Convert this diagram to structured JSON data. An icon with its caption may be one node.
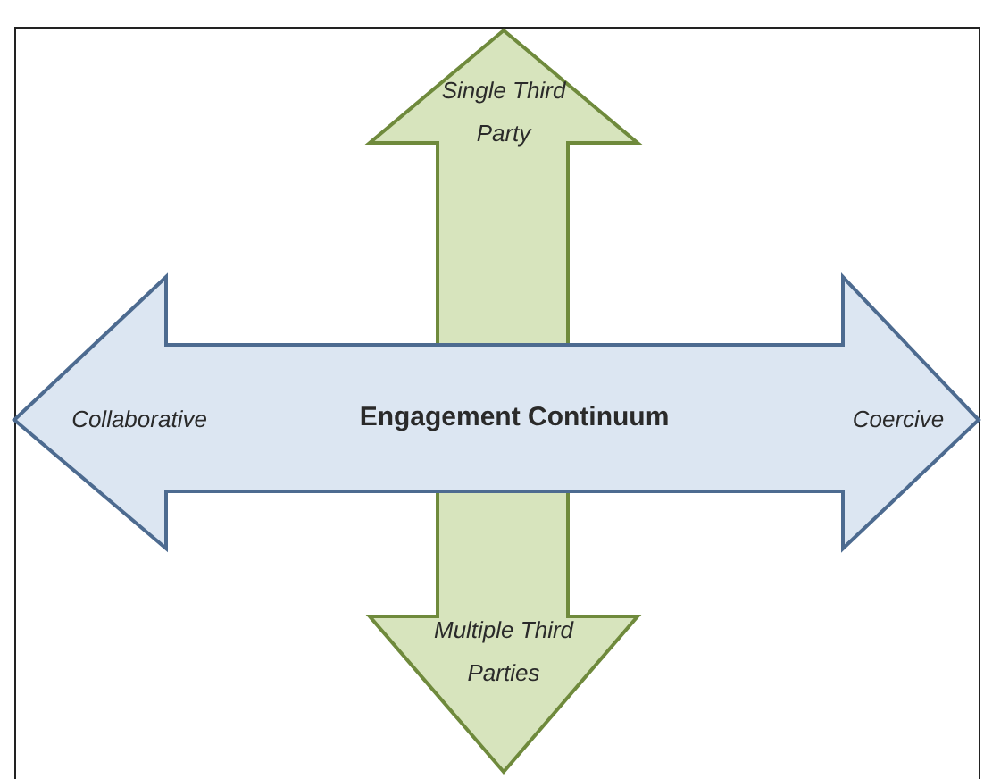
{
  "diagram": {
    "nodes": [
      {
        "text": [
          "Single Third Party"
        ]
      },
      {
        "text": [
          "Collaborative",
          "Engagement Continuum",
          "Coercive"
        ]
      },
      {
        "text": [
          "Multiple Third Parties"
        ]
      }
    ]
  }
}
